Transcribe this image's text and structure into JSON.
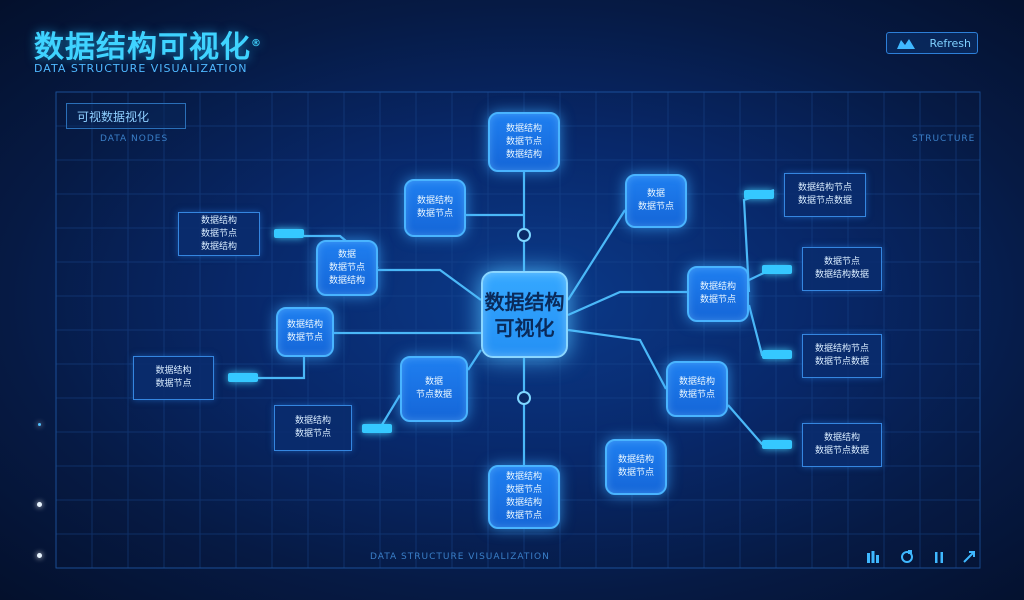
{
  "header": {
    "title": "数据结构可视化",
    "title_mark": "®",
    "subtitle": "DATA STRUCTURE VISUALIZATION",
    "top_button_label": "Refresh"
  },
  "panel": {
    "label": "可视数据视化"
  },
  "center_node": {
    "line1": "数据结构",
    "line2": "可视化"
  },
  "nodes": {
    "top": "数据结构\n数据节点\n数据结构",
    "upper_left": "数据结构\n数据节点",
    "left_a": "数据\n数据节点\n数据结构",
    "left_b": "数据结构\n数据节点",
    "lower_left": "数据\n节点数据",
    "bottom": "数据结构\n数据节点\n数据结构\n数据节点",
    "upper_right": "数据\n数据节点",
    "right_hub": "数据结构\n数据节点",
    "lower_right": "数据结构\n数据节点",
    "bottom_right": "数据结构\n数据节点"
  },
  "rects": {
    "left_top": "数据结构\n数据节点\n数据结构",
    "left_mid": "数据结构\n数据节点",
    "left_low": "数据结构\n数据节点",
    "right_1": "数据结构节点\n数据节点数据",
    "right_2": "数据节点\n数据结构数据",
    "right_3": "数据结构节点\n数据节点数据",
    "right_4": "数据结构\n数据节点数据"
  },
  "faint_labels": {
    "panel_sub": "DATA NODES",
    "right_sub": "STRUCTURE",
    "bottom_center": "DATA STRUCTURE VISUALIZATION"
  },
  "colors": {
    "background": "#061a3a",
    "accent": "#3fd3ff",
    "node_fill": "#1f7ff0",
    "link": "#4fc0ff"
  }
}
